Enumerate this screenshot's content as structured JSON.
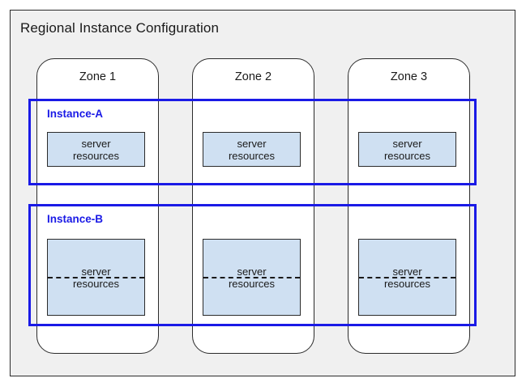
{
  "diagram": {
    "title": "Regional Instance Configuration",
    "colors": {
      "region_background": "#f0f0f0",
      "zone_background": "#ffffff",
      "instance_outline": "#1a1ae6",
      "resource_fill": "#cfe0f2",
      "stroke": "#2b2b2b"
    },
    "zones": [
      {
        "label": "Zone 1"
      },
      {
        "label": "Zone 2"
      },
      {
        "label": "Zone 3"
      }
    ],
    "instances": [
      {
        "label": "Instance-A",
        "resources": [
          {
            "line1": "server",
            "line2": "resources",
            "split": false
          },
          {
            "line1": "server",
            "line2": "resources",
            "split": false
          },
          {
            "line1": "server",
            "line2": "resources",
            "split": false
          }
        ]
      },
      {
        "label": "Instance-B",
        "resources": [
          {
            "line1": "server",
            "line2": "resources",
            "split": true
          },
          {
            "line1": "server",
            "line2": "resources",
            "split": true
          },
          {
            "line1": "server",
            "line2": "resources",
            "split": true
          }
        ]
      }
    ]
  }
}
